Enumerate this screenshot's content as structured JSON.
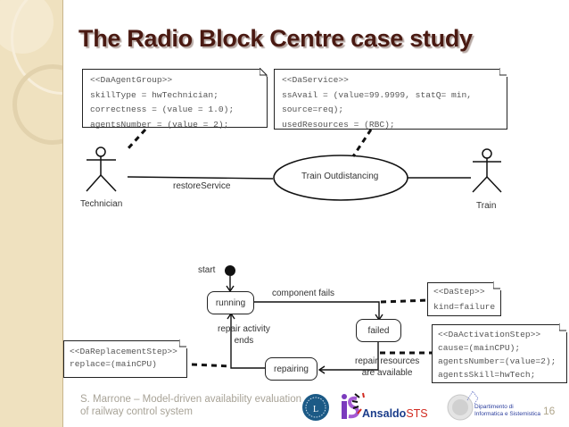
{
  "slide": {
    "title": "The Radio Block Centre case study",
    "page_number": "16",
    "footer": {
      "line1": "S. Marrone – Model-driven availability evaluation",
      "line2": "of railway control system"
    },
    "logos": [
      {
        "name": "university-seal-logo"
      },
      {
        "name": "is-logo"
      },
      {
        "name": "ansaldo-sts-logo",
        "text_main": "Ansaldo",
        "text_accent": "STS"
      },
      {
        "name": "dipartimento-logo",
        "line1": "Dipartimento di",
        "line2": "Informatica e Sistemistica"
      }
    ]
  },
  "use_case_diagram": {
    "actors": [
      {
        "name": "Technician"
      },
      {
        "name": "Train"
      }
    ],
    "use_case": "Train Outdistancing",
    "association_label": "restoreService",
    "notes": {
      "agent_group": [
        "<<DaAgentGroup>>",
        "skillType = hwTechnician;",
        "correctness = (value = 1.0);",
        "agentsNumber = (value = 2);"
      ],
      "service": [
        "<<DaService>>",
        "ssAvail = (value=99.9999, statQ= min,",
        "source=req);",
        "usedResources = (RBC);"
      ]
    }
  },
  "state_diagram": {
    "start_label": "start",
    "states": [
      "running",
      "failed",
      "repairing"
    ],
    "transitions": {
      "component_fails": "component fails",
      "repair_activity_ends": [
        "repair activity",
        "ends"
      ],
      "repair_resources": [
        "repair resources",
        "are available"
      ]
    },
    "notes": {
      "step": [
        "<<DaStep>>",
        "kind=failure"
      ],
      "activation_step": [
        "<<DaActivationStep>>",
        "cause=(mainCPU);",
        "agentsNumber=(value=2);",
        "agentsSkill=hwTech;"
      ],
      "replacement_step": [
        "<<DaReplacementStep>>",
        "replace=(mainCPU)"
      ]
    }
  },
  "colors": {
    "title": "#4a1a12",
    "sidebar": "#efe1bf",
    "footer_text": "#a8a397",
    "ansaldo_blue": "#1a3c8a",
    "ansaldo_red": "#d12a20"
  }
}
